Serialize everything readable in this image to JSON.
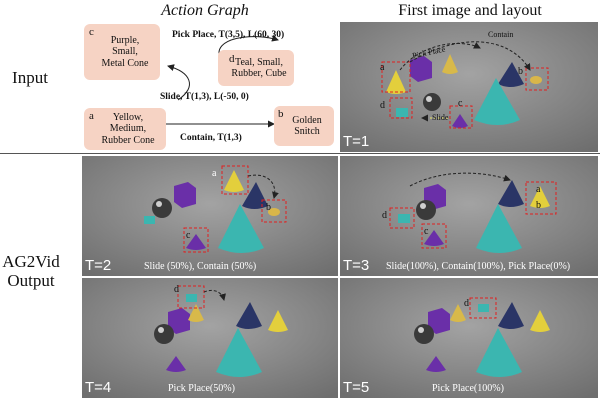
{
  "headers": {
    "action_graph": "Action Graph",
    "first_image": "First image and layout"
  },
  "row_labels": {
    "input": "Input",
    "output_line1": "AG2Vid",
    "output_line2": "Output"
  },
  "graph": {
    "nodes": {
      "a": {
        "letter": "a",
        "text": "Yellow, Medium, Rubber Cone"
      },
      "b": {
        "letter": "b",
        "text": "Golden Snitch"
      },
      "c": {
        "letter": "c",
        "text": "Purple, Small, Metal Cone"
      },
      "d": {
        "letter": "d",
        "text": "Teal, Small, Rubber, Cube"
      }
    },
    "edges": {
      "pick_place": "Pick Place, T(3,5), L(60, 30)",
      "slide": "Slide, T(1,3), L(-50, 0)",
      "contain": "Contain, T(1,3)"
    }
  },
  "panels": {
    "t1": {
      "t": "T=1",
      "caption": "",
      "scene_labels": {
        "pick_place": "Pick Place",
        "contain": "Contain",
        "slide": "Slide"
      }
    },
    "t2": {
      "t": "T=2",
      "caption": "Slide (50%), Contain (50%)"
    },
    "t3": {
      "t": "T=3",
      "caption": "Slide(100%), Contain(100%), Pick Place(0%)"
    },
    "t4": {
      "t": "T=4",
      "caption": "Pick Place(50%)"
    },
    "t5": {
      "t": "T=5",
      "caption": "Pick Place(100%)"
    }
  },
  "box_letters": {
    "a": "a",
    "b": "b",
    "c": "c",
    "d": "d"
  },
  "colors": {
    "node_fill": "#f6d3c4",
    "box": "#e02020",
    "floor": "#8d8d8d",
    "teal": "#3bb6b0",
    "yellow": "#e3cf3c",
    "purple": "#6a2fa8",
    "navy": "#2a3566"
  }
}
